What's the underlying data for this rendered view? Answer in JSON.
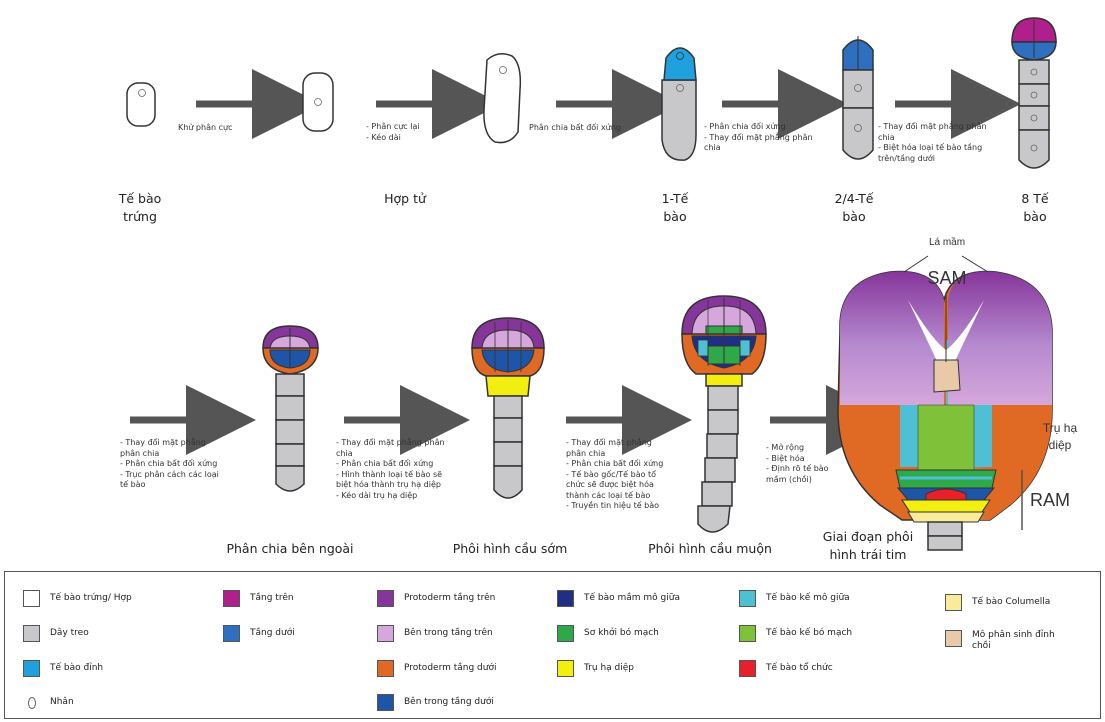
{
  "colors": {
    "outline": "#333333",
    "suspensor": "#c8c8ca",
    "apical": "#20a0dc",
    "upper_tier": "#b0208c",
    "lower_tier": "#2f6fc0",
    "protoderm_upper": "#86359a",
    "inner_upper": "#d6a7dc",
    "protoderm_lower": "#e06a24",
    "inner_lower": "#1e55a6",
    "ground_meristem": "#1f2f86",
    "provascular": "#2fa84a",
    "hypophysis": "#f2ee10",
    "ground_neighbor": "#4fc0d4",
    "vascular_neighbor": "#7fc23a",
    "organizer": "#e8202a",
    "columella": "#f8ec9a",
    "shoot_meristem": "#e8c9a8",
    "arrow": "#555555"
  },
  "stages": {
    "egg": "Tế bào\ntrứng",
    "zygote": "Hợp tử",
    "one_cell": "1-Tế\nbào",
    "two_four_cell": "2/4-Tế\nbào",
    "eight_cell": "8 Tế\nbào",
    "outer_division": "Phân chia bên ngoài",
    "early_globular": "Phôi hình cầu sớm",
    "late_globular": "Phôi hình cầu muộn",
    "heart": "Giai đoạn phôi\nhình trái tim"
  },
  "notes": {
    "n1": "Khử phân cực",
    "n2": "- Phân cực lại\n- Kéo dài",
    "n3": "Phân chia bất đối xứng",
    "n4": "- Phân chia đối xứng\n- Thay đổi mặt phẳng phân\nchia",
    "n5": "- Thay đổi mặt phẳng phân\nchia\n- Biệt hóa loại tế bào tầng\ntrên/tầng dưới",
    "n6": "- Thay đổi mặt phẳng\nphân chia\n- Phân chia bất đối xứng\n- Trục phân cách các loại\ntế bào",
    "n7": "- Thay đổi mặt phẳng phân\nchia\n- Phân chia bất đối xứng\n- Hình thành loại tế bào sẽ\nbiệt hóa thành trụ hạ diệp\n- Kéo dài trụ hạ diệp",
    "n8": "- Thay đổi mặt phẳng\nphân chia\n- Phân chia bất đối xứng\n- Tế bào gốc/Tế bào tổ\nchức sẽ được biệt hóa\nthành các loại tế bào\n- Truyền tin hiệu tế bào",
    "n9": "- Mở rộng\n- Biệt hóa\n- Định rõ tế bào\nmầm (chồi)"
  },
  "heart_labels": {
    "cotyledon": "Lá mầm",
    "sam": "SAM",
    "hypocotyl": "Trụ hạ\ndiệp",
    "ram": "RAM"
  },
  "legend": [
    {
      "label": "Tế bào trứng/ Hợp",
      "color": "#ffffff"
    },
    {
      "label": "Dây treo",
      "color": "#c8c8ca"
    },
    {
      "label": "Tế bào đỉnh",
      "color": "#20a0dc"
    },
    {
      "label": "Nhân",
      "color": "none"
    },
    {
      "label": "Tầng trên",
      "color": "#b0208c"
    },
    {
      "label": "Tầng dưới",
      "color": "#2f6fc0"
    },
    {
      "label": "Protoderm tầng trên",
      "color": "#86359a"
    },
    {
      "label": "Bên trong tầng trên",
      "color": "#d6a7dc"
    },
    {
      "label": "Protoderm tầng dưới",
      "color": "#e06a24"
    },
    {
      "label": "Bên trong tầng dưới",
      "color": "#1e55a6"
    },
    {
      "label": "Tế bào mầm mô giữa",
      "color": "#1f2f86"
    },
    {
      "label": "Sơ khởi bó mạch",
      "color": "#2fa84a"
    },
    {
      "label": "Trụ hạ diệp",
      "color": "#f2ee10"
    },
    {
      "label": "Tế bào kế mô giữa",
      "color": "#4fc0d4"
    },
    {
      "label": "Tế bào kế bó mạch",
      "color": "#7fc23a"
    },
    {
      "label": "Tế bào tổ chức",
      "color": "#e8202a"
    },
    {
      "label": "Tế bào Columella",
      "color": "#f8ec9a"
    },
    {
      "label": "Mô phân sinh đỉnh\nchồi",
      "color": "#e8c9a8"
    }
  ]
}
